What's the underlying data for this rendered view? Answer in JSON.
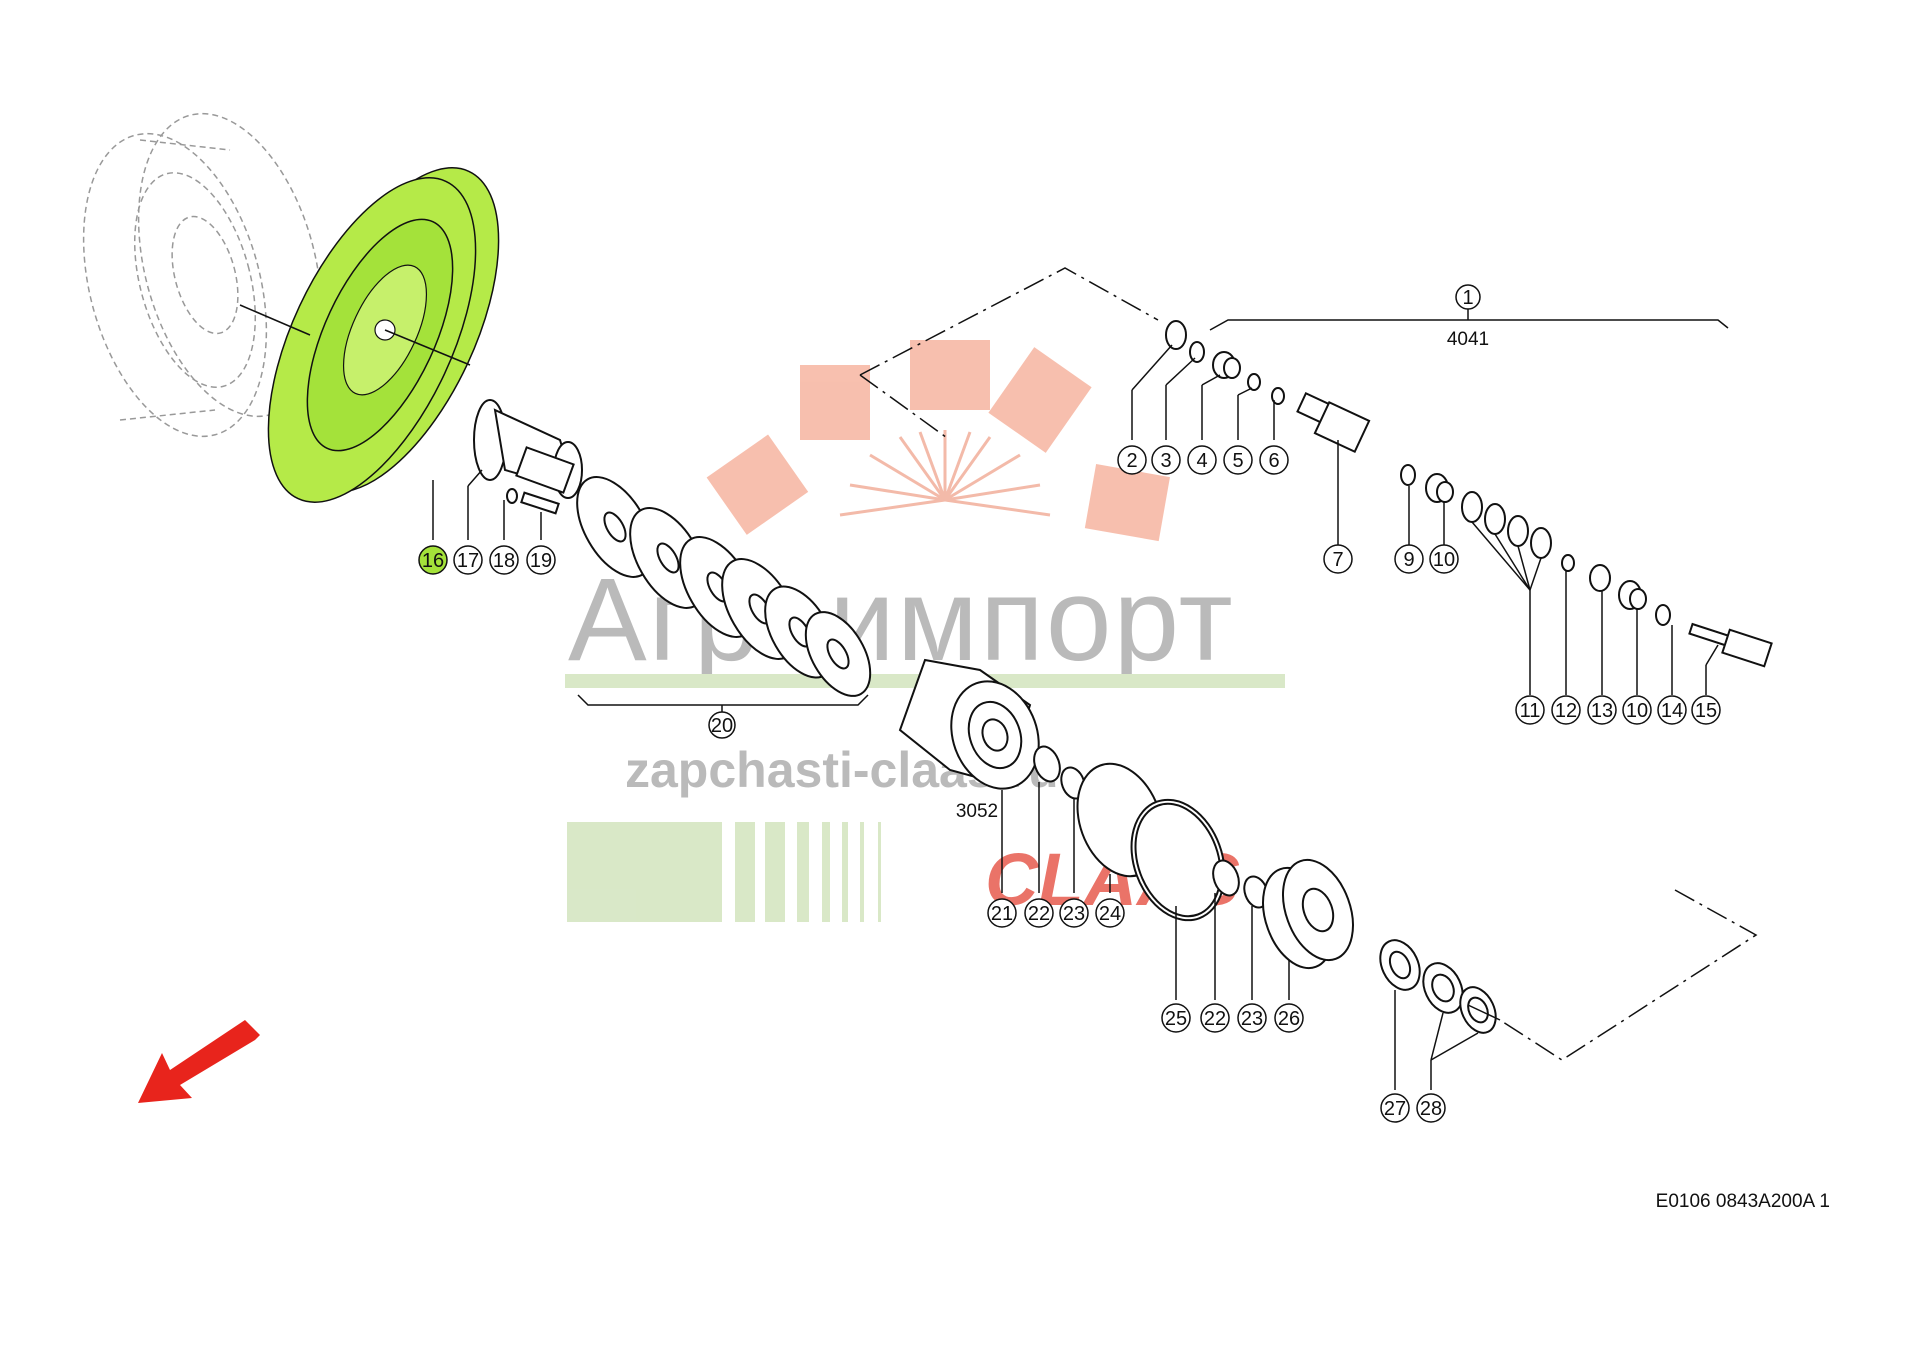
{
  "watermark": {
    "brand": "Агроимпорт",
    "site": "zapchasti-claas.ru",
    "logo_text": "CLAAS"
  },
  "drawing_code": "E0106 0843A200A 1",
  "assembly_labels": {
    "group_1_number": "1",
    "group_1_code": "4041",
    "group_20_number": "20",
    "housing_code": "3052"
  },
  "callouts": [
    {
      "id": "2",
      "highlighted": false
    },
    {
      "id": "3",
      "highlighted": false
    },
    {
      "id": "4",
      "highlighted": false
    },
    {
      "id": "5",
      "highlighted": false
    },
    {
      "id": "6",
      "highlighted": false
    },
    {
      "id": "7",
      "highlighted": false
    },
    {
      "id": "9",
      "highlighted": false
    },
    {
      "id": "10",
      "highlighted": false
    },
    {
      "id": "11",
      "highlighted": false
    },
    {
      "id": "12",
      "highlighted": false
    },
    {
      "id": "13",
      "highlighted": false
    },
    {
      "id": "10",
      "highlighted": false
    },
    {
      "id": "14",
      "highlighted": false
    },
    {
      "id": "15",
      "highlighted": false
    },
    {
      "id": "16",
      "highlighted": true
    },
    {
      "id": "17",
      "highlighted": false
    },
    {
      "id": "18",
      "highlighted": false
    },
    {
      "id": "19",
      "highlighted": false
    },
    {
      "id": "21",
      "highlighted": false
    },
    {
      "id": "22",
      "highlighted": false
    },
    {
      "id": "23",
      "highlighted": false
    },
    {
      "id": "24",
      "highlighted": false
    },
    {
      "id": "25",
      "highlighted": false
    },
    {
      "id": "22",
      "highlighted": false
    },
    {
      "id": "23",
      "highlighted": false
    },
    {
      "id": "26",
      "highlighted": false
    },
    {
      "id": "27",
      "highlighted": false
    },
    {
      "id": "28",
      "highlighted": false
    }
  ],
  "colors": {
    "highlight": "#a4e23a",
    "highlight_part": "#b5ea48",
    "arrow": "#e8241c",
    "watermark_gear": "#f7b9a6",
    "watermark_text": "#b3b3b3",
    "watermark_bar": "#d5e6c2"
  },
  "icons": {
    "direction_arrow": "arrow-down-left-icon"
  }
}
